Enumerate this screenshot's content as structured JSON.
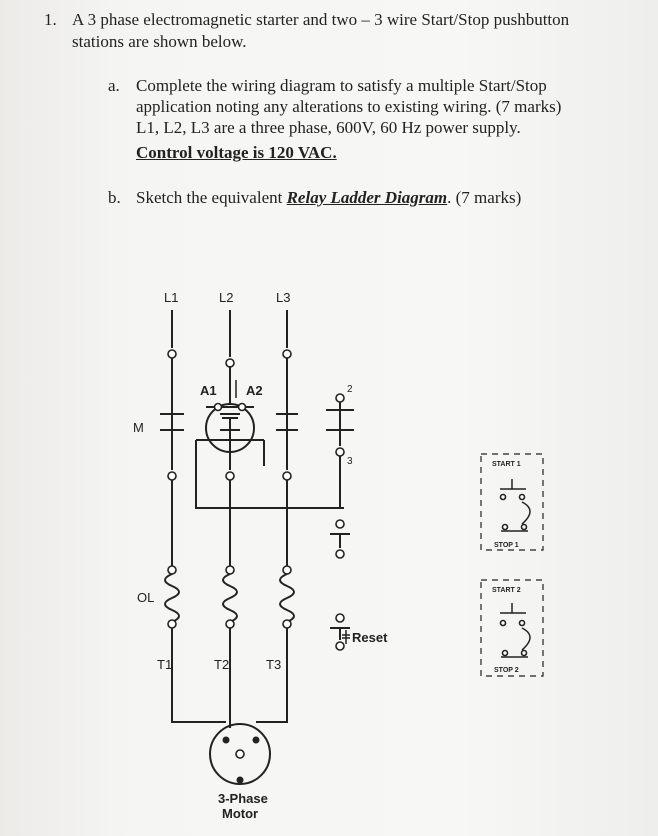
{
  "question": {
    "number": "1.",
    "line1": "A 3 phase electromagnetic starter and two – 3 wire Start/Stop pushbutton",
    "line2": "stations are shown below."
  },
  "part_a": {
    "letter": "a.",
    "line1": "Complete the wiring diagram to satisfy a multiple Start/Stop",
    "line2": "application noting any alterations to existing wiring. (7 marks)",
    "line3": "L1, L2, L3 are a three phase, 600V, 60 Hz power supply.",
    "line4": "Control voltage is 120 VAC."
  },
  "part_b": {
    "letter": "b.",
    "prefix": "Sketch the equivalent ",
    "emphasis": "Relay Ladder Diagram",
    "suffix": ". (7 marks)"
  },
  "diagram": {
    "line_labels": [
      "L1",
      "L2",
      "L3"
    ],
    "coil_terminals": [
      "A1",
      "A2"
    ],
    "contactor_label": "M",
    "overload_label": "OL",
    "motor_terminal_labels": [
      "T1",
      "T2",
      "T3"
    ],
    "aux_contact_numbers": [
      "2",
      "3"
    ],
    "reset_label": "Reset",
    "motor_label_line1": "3-Phase",
    "motor_label_line2": "Motor"
  },
  "stations": [
    {
      "start_label": "START 1",
      "stop_label": "STOP 1"
    },
    {
      "start_label": "START 2",
      "stop_label": "STOP 2"
    }
  ]
}
